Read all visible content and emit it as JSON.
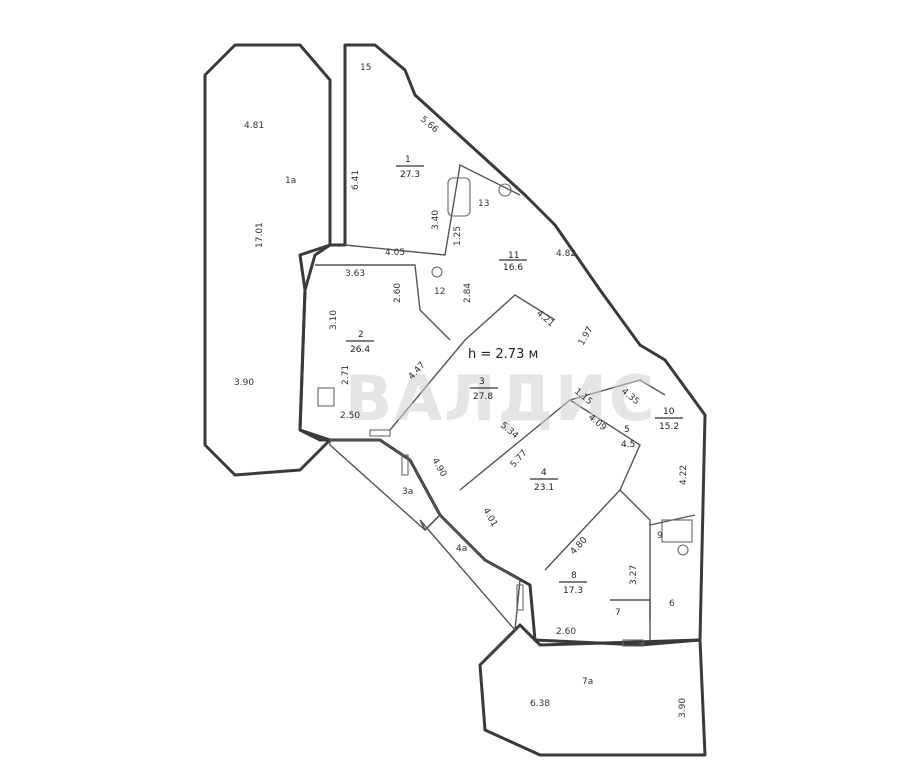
{
  "height_note": "h = 2.73 м",
  "watermark": "ВАЛДИС",
  "rooms": [
    {
      "id": "1",
      "num": "1",
      "area": "27.3"
    },
    {
      "id": "2",
      "num": "2",
      "area": "26.4"
    },
    {
      "id": "3",
      "num": "3",
      "area": "27.8"
    },
    {
      "id": "4",
      "num": "4",
      "area": "23.1"
    },
    {
      "id": "5",
      "num": "5",
      "area": "4.5"
    },
    {
      "id": "8",
      "num": "8",
      "area": "17.3"
    },
    {
      "id": "10",
      "num": "10",
      "area": "15.2"
    },
    {
      "id": "11",
      "num": "11",
      "area": "16.6"
    }
  ],
  "labels": [
    "4.81",
    "1а",
    "17.01",
    "3.90",
    "15",
    "5.66",
    "6.41",
    "3.40",
    "13",
    "1.25",
    "4.05",
    "12",
    "2.84",
    "3.63",
    "2.60",
    "3.10",
    "2.71",
    "2.50",
    "4.47",
    "4.82",
    "4.21",
    "1.97",
    "1.15",
    "4.09",
    "4.35",
    "5.34",
    "5.77",
    "4.90",
    "4.01",
    "3а",
    "4а",
    "4.22",
    "4.80",
    "9",
    "3.27",
    "6",
    "7",
    "2.60",
    "7а",
    "6.38",
    "3.90"
  ]
}
